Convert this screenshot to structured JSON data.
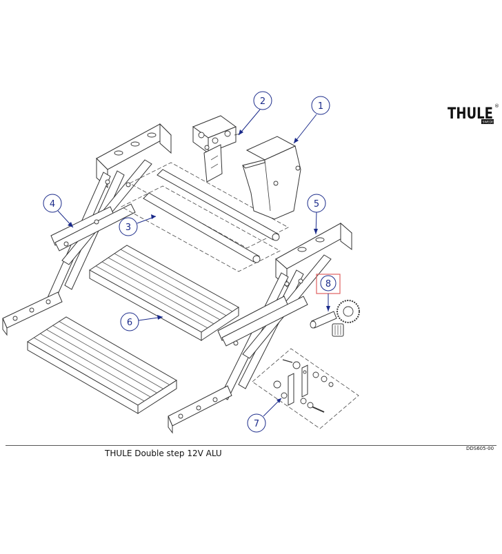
{
  "brand": {
    "logo_text": "THULE",
    "logo_subtext": "SWEDEN",
    "registered_mark": "®"
  },
  "footer": {
    "title": "THULE Double step 12V ALU",
    "doc_code": "DDS605-00"
  },
  "callouts": [
    {
      "id": "c1",
      "label": "1",
      "part": "motor-cover"
    },
    {
      "id": "c2",
      "label": "2",
      "part": "motor"
    },
    {
      "id": "c3",
      "label": "3",
      "part": "tube-axles"
    },
    {
      "id": "c4",
      "label": "4",
      "part": "left-bracket-arm"
    },
    {
      "id": "c5",
      "label": "5",
      "part": "right-bracket-arm"
    },
    {
      "id": "c6",
      "label": "6",
      "part": "step-plates"
    },
    {
      "id": "c7",
      "label": "7",
      "part": "hardware-kit"
    },
    {
      "id": "c8",
      "label": "8",
      "part": "gear-kit",
      "highlighted": true
    }
  ],
  "colors": {
    "callout": "#1a2a8a",
    "leader": "#1a2a8a",
    "highlight": "#e06060",
    "line": "#333333"
  }
}
